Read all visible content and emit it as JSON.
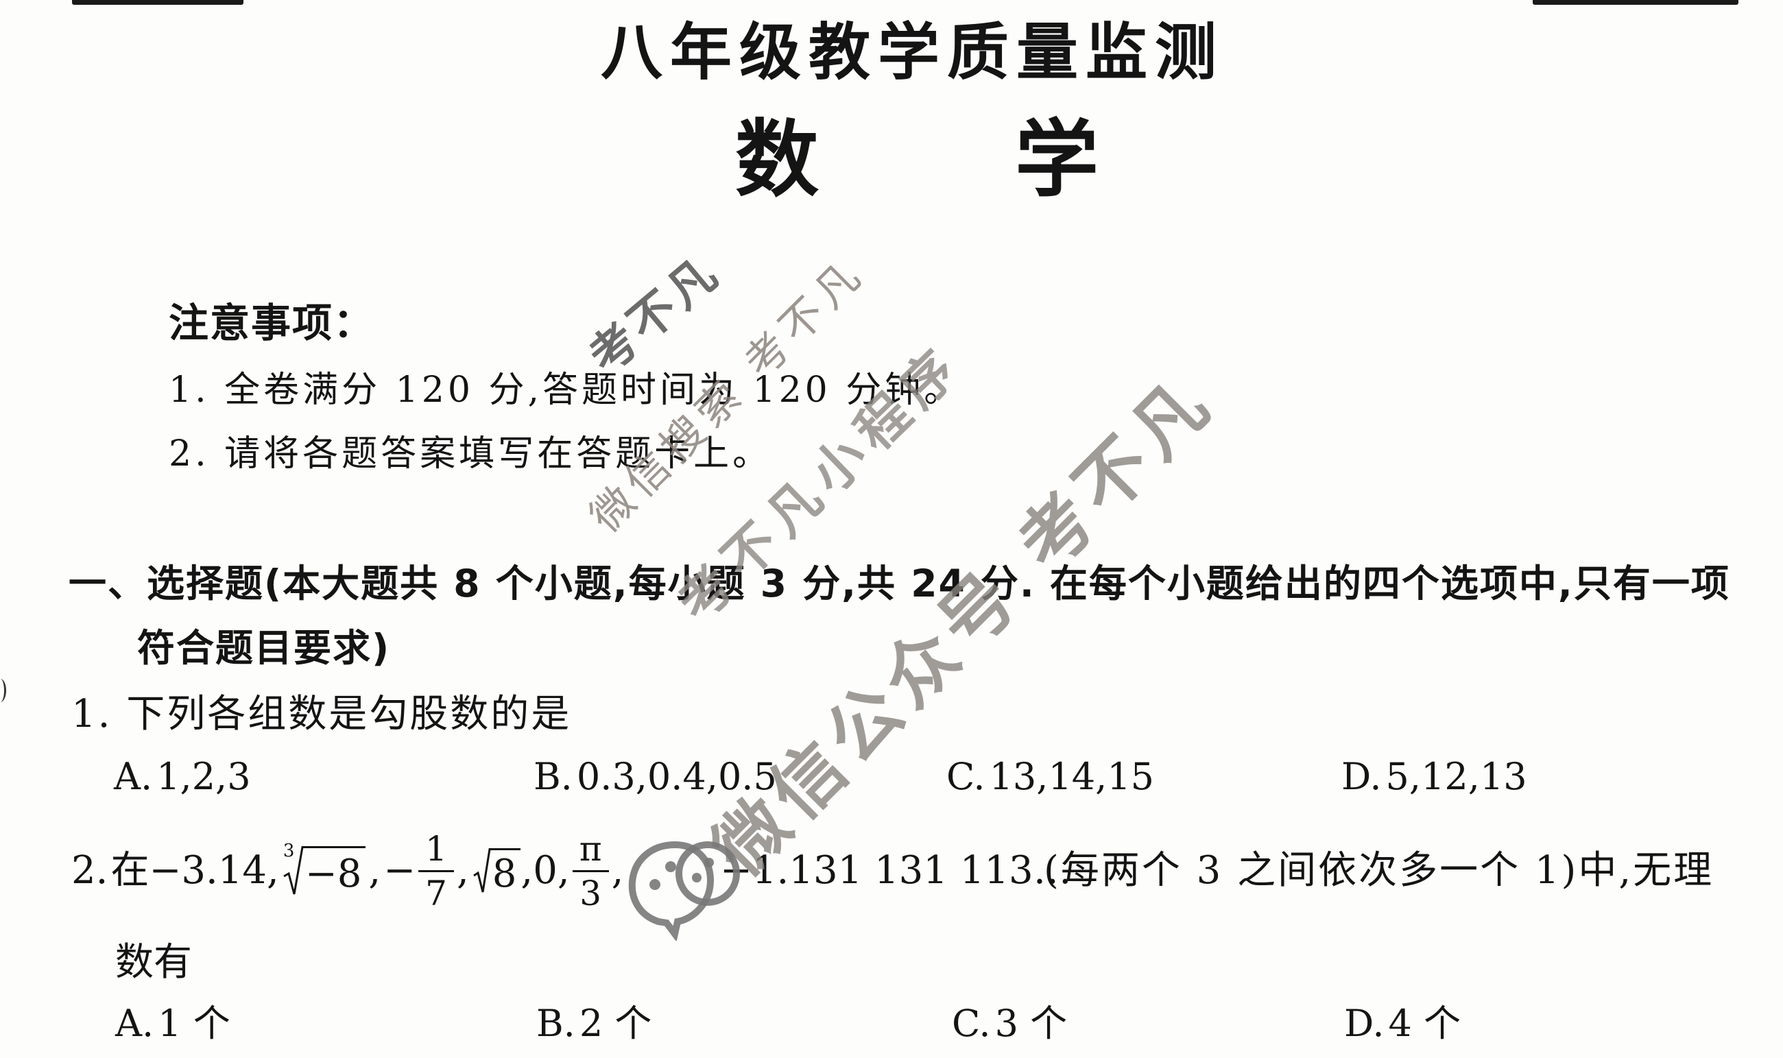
{
  "colors": {
    "background": "#fdfdfc",
    "text": "#141414",
    "watermark_dark": "#5f5f5f",
    "watermark_light": "#8c847d"
  },
  "header": {
    "title": "八年级教学质量监测",
    "subject_char_1": "数",
    "subject_char_2": "学"
  },
  "notice": {
    "heading": "注意事项：",
    "items": [
      "1. 全卷满分 120 分,答题时间为 120 分钟。",
      "2. 请将各题答案填写在答题卡上。"
    ]
  },
  "section_1": {
    "title_line_1": "一、选择题(本大题共 8 个小题,每小题 3 分,共 24 分. 在每个小题给出的四个选项中,只有一项",
    "title_line_2": "符合题目要求)"
  },
  "questions": [
    {
      "number": "1.",
      "stem": "下列各组数是勾股数的是",
      "options": [
        {
          "label": "A.",
          "text": "1,2,3"
        },
        {
          "label": "B.",
          "text": "0.3,0.4,0.5"
        },
        {
          "label": "C.",
          "text": "13,14,15"
        },
        {
          "label": "D.",
          "text": "5,12,13"
        }
      ]
    },
    {
      "number": "2.",
      "stem_lead": "在",
      "separator": ",",
      "values": {
        "v1": "−3.14",
        "cbrt_index": "3",
        "cbrt_radicand": "−8",
        "frac1_sign": "−",
        "frac1_num": "1",
        "frac1_den": "7",
        "sqrt_radicand": "8",
        "v_zero": "0",
        "frac2_num": "π",
        "frac2_den": "3",
        "v_last": "−1.131 131 113…"
      },
      "stem_tail": "(每两个 3 之间依次多一个 1)中,无理",
      "stem_line_2": "数有",
      "options": [
        {
          "label": "A.",
          "text": "1 个"
        },
        {
          "label": "B.",
          "text": "2 个"
        },
        {
          "label": "C.",
          "text": "3 个"
        },
        {
          "label": "D.",
          "text": "4 个"
        }
      ]
    }
  ],
  "watermarks": [
    {
      "text": "考不凡"
    },
    {
      "text": "微信搜索 考不凡"
    },
    {
      "text": "考不凡小程序"
    },
    {
      "text": "微信公众号 考不凡"
    }
  ],
  "watermark_logo": {
    "icon": "wechat-logo-icon"
  }
}
